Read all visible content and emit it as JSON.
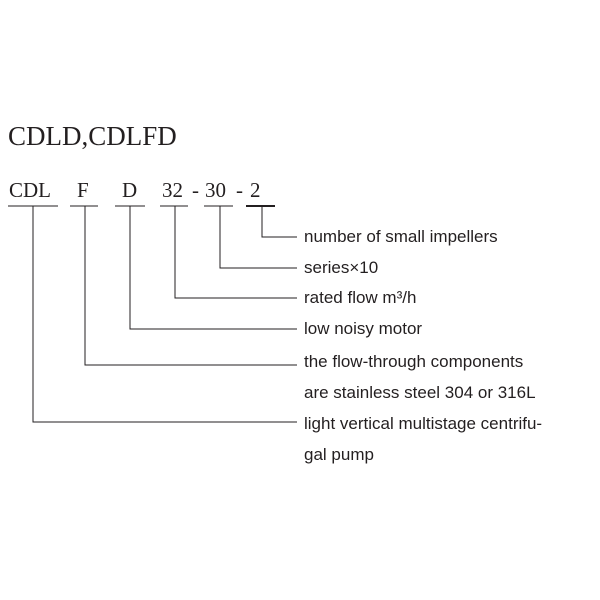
{
  "title": "CDLD,CDLFD",
  "code": {
    "cdl": "CDL",
    "f": "F",
    "d": "D",
    "flow": "32",
    "dash1": "-",
    "series": "30",
    "dash2": "-",
    "impellers": "2"
  },
  "descriptions": {
    "impellers": "number of small impellers",
    "series": "series×10",
    "flow": "rated flow m³/h",
    "motor": "low noisy motor",
    "material_1": "the flow-through components",
    "material_2": "are stainless steel 304 or 316L",
    "pump_1": "light vertical multistage centrifu-",
    "pump_2": "gal pump"
  }
}
